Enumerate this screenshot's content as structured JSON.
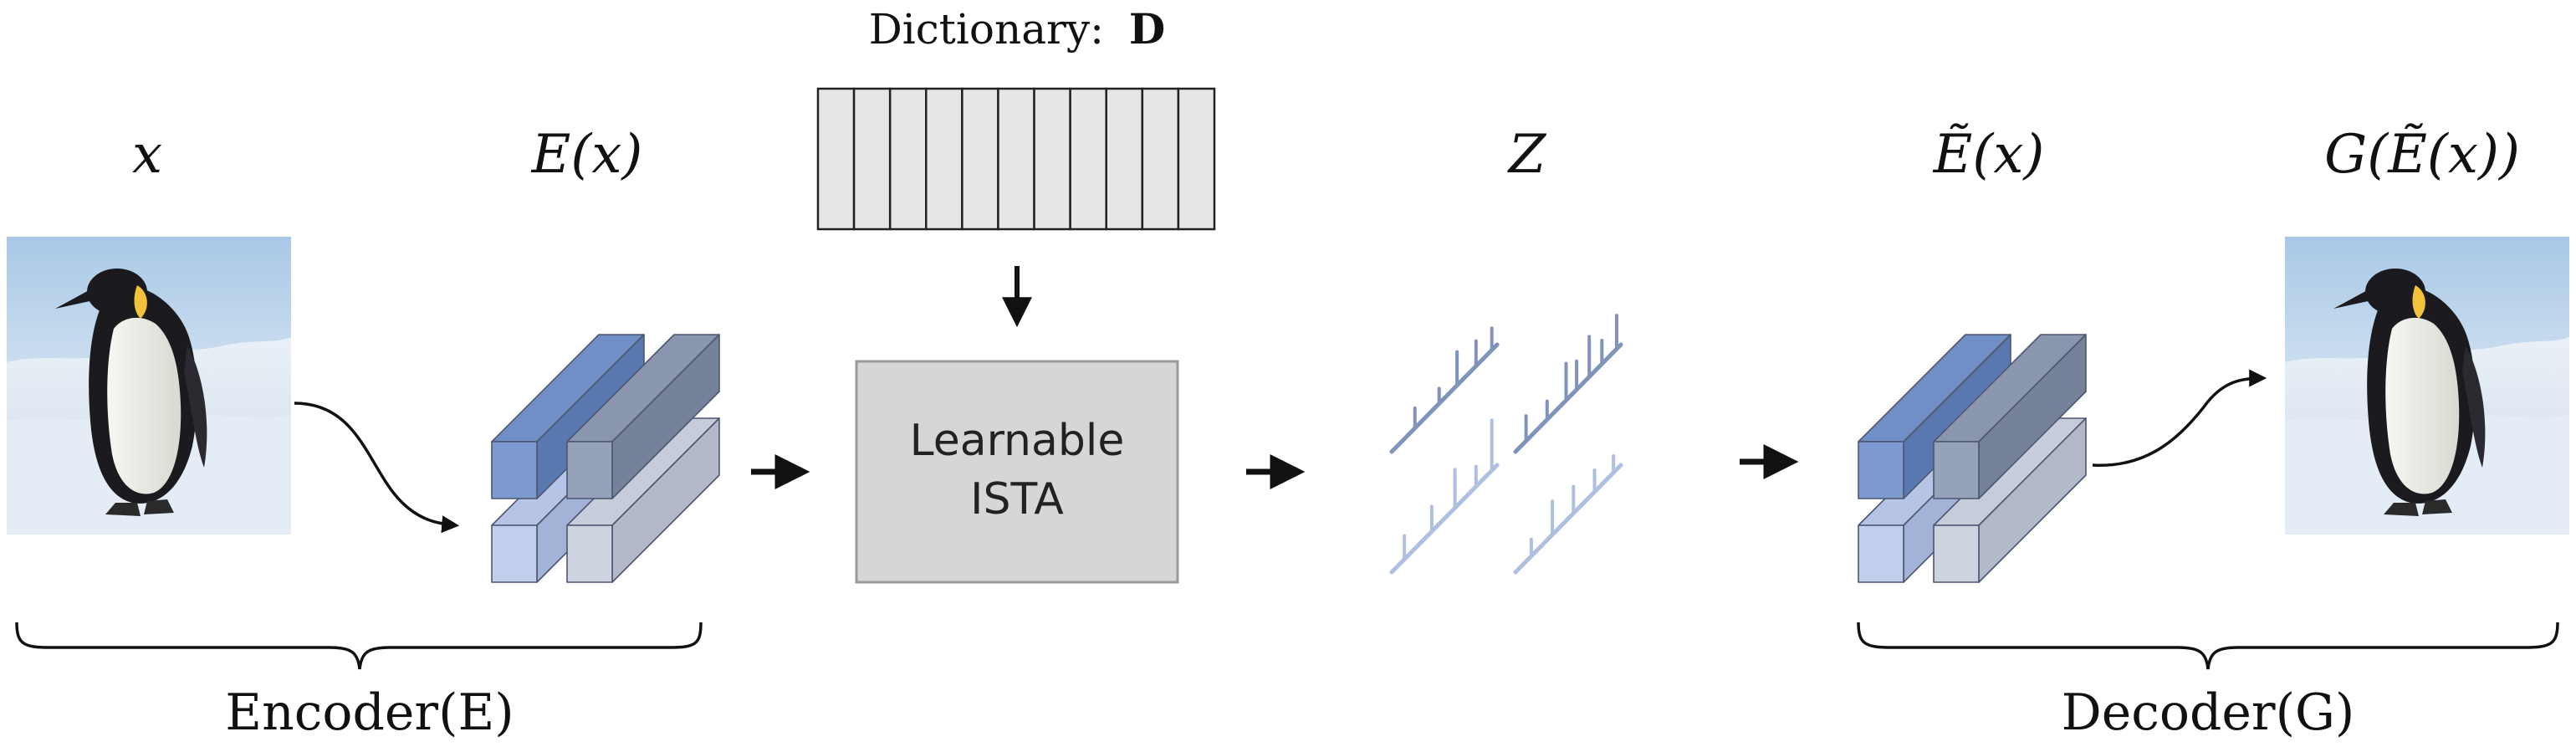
{
  "labels": {
    "input": "x",
    "encoded": "E(x)",
    "dictionary_title": "Dictionary:",
    "dictionary_symbol": "D",
    "module_line1": "Learnable",
    "module_line2": "ISTA",
    "sparse_code": "Z",
    "decoded_latent": "Ẽ(x)",
    "output": "G(Ẽ(x))",
    "encoder": "Encoder(E)",
    "decoder": "Decoder(G)"
  },
  "colors": {
    "block_dark_top": "#6f8fc6",
    "block_dark_side": "#5a78b0",
    "block_dark_front": "#7d9bd0",
    "block_gray_top": "#8a96ad",
    "block_gray_side": "#76829a",
    "block_gray_front": "#95a1b8",
    "block_light_top": "#b6c5e6",
    "block_light_side": "#a3b3d8",
    "block_light_front": "#c1cfec",
    "block_lightgray_top": "#c6ccd9",
    "block_lightgray_side": "#b2b9c8",
    "block_lightgray_front": "#cdd3df",
    "ista_box": "#d6d6d6",
    "dictionary_cell": "#e6e6e6",
    "sparse_dark": "#7f93bb",
    "sparse_light": "#aebfe0",
    "ice_sky": "#b9d3ea",
    "snow": "#eef3f8"
  },
  "dictionary": {
    "columns": 11
  }
}
